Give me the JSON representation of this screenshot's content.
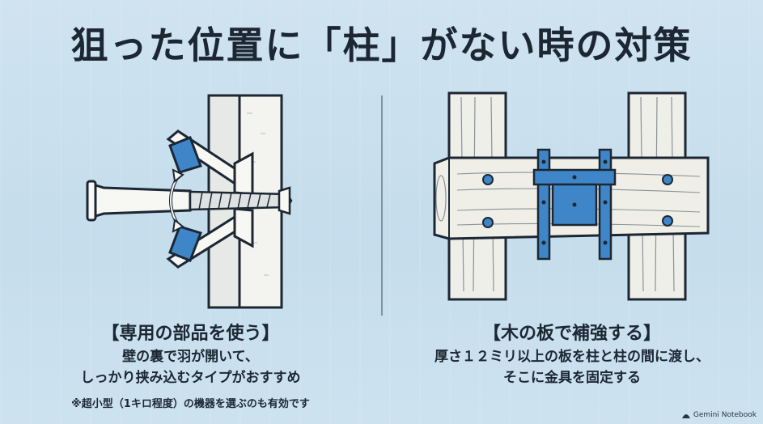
{
  "title": "狙った位置に「柱」がない時の対策",
  "left": {
    "heading": "【専用の部品を使う】",
    "desc_line1": "壁の裏で羽が開いて、",
    "desc_line2": "しっかり挟み込むタイプがおすすめ",
    "note": "※超小型（1キロ程度）の機器を選ぶのも有効です"
  },
  "right": {
    "heading": "【木の板で補強する】",
    "desc_line1": "厚さ１２ミリ以上の板を柱と柱の間に渡し、",
    "desc_line2": "そこに金具を固定する"
  },
  "footer": {
    "brand": "Gemini Notebook",
    "icon": "gemini-logo-icon"
  },
  "colors": {
    "background": "#c9dfed",
    "accent_blue": "#3f86c8",
    "wood": "#ecece6",
    "text": "#1c2733"
  }
}
